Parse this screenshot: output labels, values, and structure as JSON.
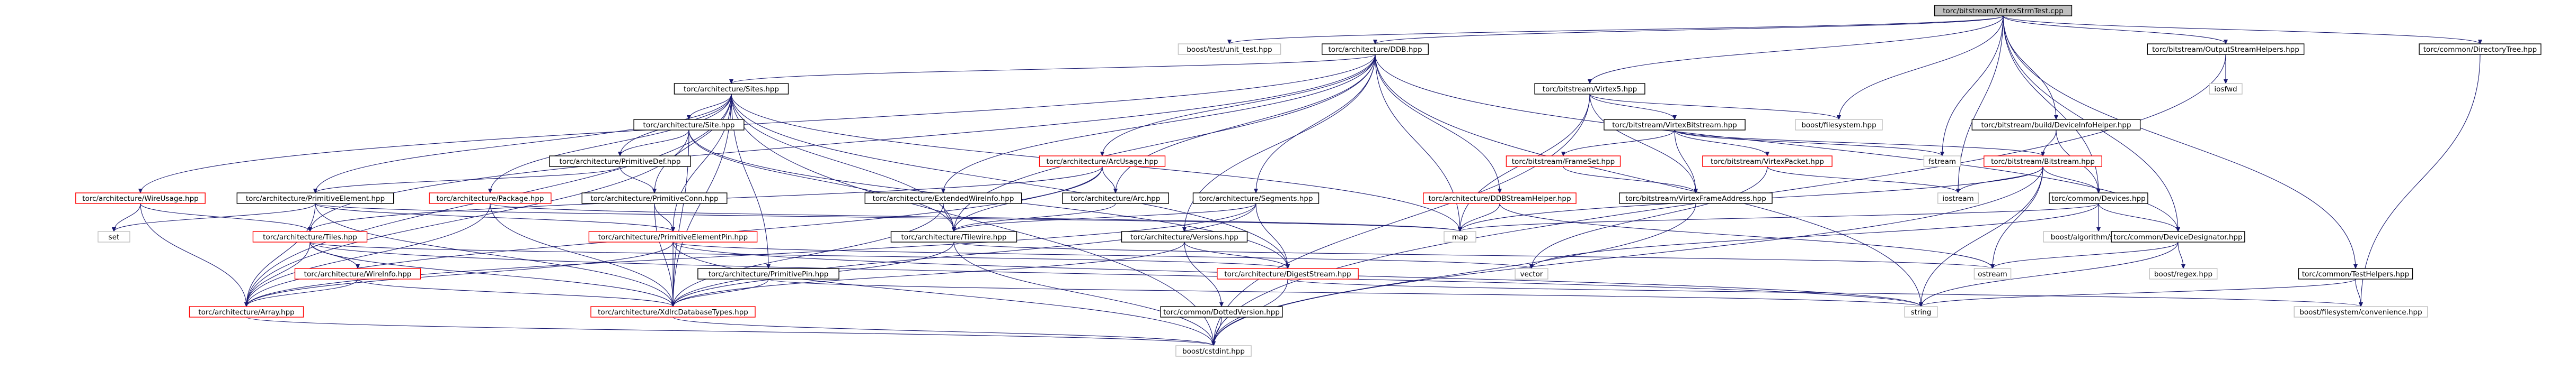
{
  "colors": {
    "edge": "#191970",
    "root_fill": "#bfbfbf",
    "node_border": "#000000",
    "missing_border": "#ff0000",
    "external_border": "#bfbfbf",
    "text": "#000000",
    "background": "#ffffff"
  },
  "nodes": [
    {
      "id": "root",
      "label": "torc/bitstream/VirtexStrmTest.cpp",
      "kind": "root"
    },
    {
      "id": "unit_test",
      "label": "boost/test/unit_test.hpp",
      "kind": "external"
    },
    {
      "id": "ddb",
      "label": "torc/architecture/DDB.hpp",
      "kind": "normal"
    },
    {
      "id": "osh",
      "label": "torc/bitstream/OutputStreamHelpers.hpp",
      "kind": "normal"
    },
    {
      "id": "dirtree",
      "label": "torc/common/DirectoryTree.hpp",
      "kind": "normal"
    },
    {
      "id": "sites",
      "label": "torc/architecture/Sites.hpp",
      "kind": "normal"
    },
    {
      "id": "virtex5",
      "label": "torc/bitstream/Virtex5.hpp",
      "kind": "normal"
    },
    {
      "id": "bfs",
      "label": "boost/filesystem.hpp",
      "kind": "external"
    },
    {
      "id": "devhelper",
      "label": "torc/bitstream/build/DeviceInfoHelper.hpp",
      "kind": "normal"
    },
    {
      "id": "iosfwd",
      "label": "iosfwd",
      "kind": "external"
    },
    {
      "id": "site",
      "label": "torc/architecture/Site.hpp",
      "kind": "normal"
    },
    {
      "id": "vbitstream",
      "label": "torc/bitstream/VirtexBitstream.hpp",
      "kind": "normal"
    },
    {
      "id": "pdef",
      "label": "torc/architecture/PrimitiveDef.hpp",
      "kind": "normal"
    },
    {
      "id": "arcusage",
      "label": "torc/architecture/ArcUsage.hpp",
      "kind": "missing"
    },
    {
      "id": "frameset",
      "label": "torc/bitstream/FrameSet.hpp",
      "kind": "missing"
    },
    {
      "id": "vpacket",
      "label": "torc/bitstream/VirtexPacket.hpp",
      "kind": "missing"
    },
    {
      "id": "fstream",
      "label": "fstream",
      "kind": "external"
    },
    {
      "id": "bitstream",
      "label": "torc/bitstream/Bitstream.hpp",
      "kind": "missing"
    },
    {
      "id": "pelement",
      "label": "torc/architecture/PrimitiveElement.hpp",
      "kind": "normal"
    },
    {
      "id": "wireusage",
      "label": "torc/architecture/WireUsage.hpp",
      "kind": "missing"
    },
    {
      "id": "package",
      "label": "torc/architecture/Package.hpp",
      "kind": "missing"
    },
    {
      "id": "pconn",
      "label": "torc/architecture/PrimitiveConn.hpp",
      "kind": "normal"
    },
    {
      "id": "extwire",
      "label": "torc/architecture/ExtendedWireInfo.hpp",
      "kind": "normal"
    },
    {
      "id": "arc",
      "label": "torc/architecture/Arc.hpp",
      "kind": "normal"
    },
    {
      "id": "segments",
      "label": "torc/architecture/Segments.hpp",
      "kind": "normal"
    },
    {
      "id": "ddbsh",
      "label": "torc/architecture/DDBStreamHelper.hpp",
      "kind": "missing"
    },
    {
      "id": "vfaddr",
      "label": "torc/bitstream/VirtexFrameAddress.hpp",
      "kind": "normal"
    },
    {
      "id": "iostream",
      "label": "iostream",
      "kind": "external"
    },
    {
      "id": "devices",
      "label": "torc/common/Devices.hpp",
      "kind": "normal"
    },
    {
      "id": "set",
      "label": "set",
      "kind": "external"
    },
    {
      "id": "tiles",
      "label": "torc/architecture/Tiles.hpp",
      "kind": "missing"
    },
    {
      "id": "pepin",
      "label": "torc/architecture/PrimitiveElementPin.hpp",
      "kind": "missing"
    },
    {
      "id": "tilewire",
      "label": "torc/architecture/Tilewire.hpp",
      "kind": "normal"
    },
    {
      "id": "versions",
      "label": "torc/architecture/Versions.hpp",
      "kind": "normal"
    },
    {
      "id": "map",
      "label": "map",
      "kind": "external"
    },
    {
      "id": "balgo",
      "label": "boost/algorithm/string.hpp",
      "kind": "external"
    },
    {
      "id": "devdesig",
      "label": "torc/common/DeviceDesignator.hpp",
      "kind": "normal"
    },
    {
      "id": "wireinfo",
      "label": "torc/architecture/WireInfo.hpp",
      "kind": "missing"
    },
    {
      "id": "ppin",
      "label": "torc/architecture/PrimitivePin.hpp",
      "kind": "normal"
    },
    {
      "id": "digest",
      "label": "torc/architecture/DigestStream.hpp",
      "kind": "missing"
    },
    {
      "id": "vector",
      "label": "vector",
      "kind": "external"
    },
    {
      "id": "ostream",
      "label": "ostream",
      "kind": "external"
    },
    {
      "id": "bregex",
      "label": "boost/regex.hpp",
      "kind": "external"
    },
    {
      "id": "testhelpers",
      "label": "torc/common/TestHelpers.hpp",
      "kind": "normal"
    },
    {
      "id": "array",
      "label": "torc/architecture/Array.hpp",
      "kind": "missing"
    },
    {
      "id": "xdltypes",
      "label": "torc/architecture/XdlrcDatabaseTypes.hpp",
      "kind": "missing"
    },
    {
      "id": "dotted",
      "label": "torc/common/DottedVersion.hpp",
      "kind": "normal"
    },
    {
      "id": "string",
      "label": "string",
      "kind": "external"
    },
    {
      "id": "bfsconv",
      "label": "boost/filesystem/convenience.hpp",
      "kind": "external"
    },
    {
      "id": "cstdint",
      "label": "boost/cstdint.hpp",
      "kind": "external"
    }
  ],
  "edges": [
    [
      "root",
      "unit_test"
    ],
    [
      "root",
      "ddb"
    ],
    [
      "root",
      "osh"
    ],
    [
      "root",
      "dirtree"
    ],
    [
      "root",
      "virtex5"
    ],
    [
      "root",
      "bfs"
    ],
    [
      "root",
      "devhelper"
    ],
    [
      "root",
      "fstream"
    ],
    [
      "root",
      "iostream"
    ],
    [
      "root",
      "devices"
    ],
    [
      "root",
      "devdesig"
    ],
    [
      "root",
      "testhelpers"
    ],
    [
      "ddb",
      "sites"
    ],
    [
      "ddb",
      "arcusage"
    ],
    [
      "ddb",
      "wireusage"
    ],
    [
      "ddb",
      "extwire"
    ],
    [
      "ddb",
      "arc"
    ],
    [
      "ddb",
      "segments"
    ],
    [
      "ddb",
      "ddbsh"
    ],
    [
      "ddb",
      "tiles"
    ],
    [
      "ddb",
      "versions"
    ],
    [
      "ddb",
      "map"
    ],
    [
      "ddb",
      "devdesig"
    ],
    [
      "ddb",
      "string"
    ],
    [
      "ddb",
      "tilewire"
    ],
    [
      "osh",
      "iosfwd"
    ],
    [
      "osh",
      "cstdint"
    ],
    [
      "dirtree",
      "bfsconv"
    ],
    [
      "sites",
      "site"
    ],
    [
      "sites",
      "pdef"
    ],
    [
      "sites",
      "pelement"
    ],
    [
      "sites",
      "package"
    ],
    [
      "sites",
      "pconn"
    ],
    [
      "sites",
      "pepin"
    ],
    [
      "sites",
      "ppin"
    ],
    [
      "sites",
      "array"
    ],
    [
      "sites",
      "xdltypes"
    ],
    [
      "sites",
      "tilewire"
    ],
    [
      "sites",
      "map"
    ],
    [
      "sites",
      "digest"
    ],
    [
      "sites",
      "cstdint"
    ],
    [
      "site",
      "pdef"
    ],
    [
      "site",
      "xdltypes"
    ],
    [
      "site",
      "array"
    ],
    [
      "site",
      "tilewire"
    ],
    [
      "site",
      "digest"
    ],
    [
      "pdef",
      "pelement"
    ],
    [
      "pdef",
      "pconn"
    ],
    [
      "pelement",
      "set"
    ],
    [
      "pelement",
      "array"
    ],
    [
      "pelement",
      "xdltypes"
    ],
    [
      "pelement",
      "map"
    ],
    [
      "pelement",
      "pepin"
    ],
    [
      "pconn",
      "pepin"
    ],
    [
      "pconn",
      "xdltypes"
    ],
    [
      "pepin",
      "xdltypes"
    ],
    [
      "pepin",
      "array"
    ],
    [
      "pepin",
      "string"
    ],
    [
      "pepin",
      "vector"
    ],
    [
      "pepin",
      "cstdint"
    ],
    [
      "ppin",
      "xdltypes"
    ],
    [
      "ppin",
      "string"
    ],
    [
      "package",
      "array"
    ],
    [
      "package",
      "xdltypes"
    ],
    [
      "package",
      "map"
    ],
    [
      "wireusage",
      "set"
    ],
    [
      "wireusage",
      "array"
    ],
    [
      "wireusage",
      "tiles"
    ],
    [
      "arcusage",
      "arc"
    ],
    [
      "arcusage",
      "tilewire"
    ],
    [
      "arcusage",
      "array"
    ],
    [
      "arcusage",
      "tiles"
    ],
    [
      "extwire",
      "tilewire"
    ],
    [
      "extwire",
      "xdltypes"
    ],
    [
      "arc",
      "tilewire"
    ],
    [
      "segments",
      "tilewire"
    ],
    [
      "segments",
      "digest"
    ],
    [
      "segments",
      "xdltypes"
    ],
    [
      "segments",
      "array"
    ],
    [
      "ddbsh",
      "map"
    ],
    [
      "ddbsh",
      "ostream"
    ],
    [
      "tiles",
      "wireinfo"
    ],
    [
      "tiles",
      "array"
    ],
    [
      "tiles",
      "xdltypes"
    ],
    [
      "tiles",
      "digest"
    ],
    [
      "tiles",
      "string"
    ],
    [
      "wireinfo",
      "array"
    ],
    [
      "wireinfo",
      "xdltypes"
    ],
    [
      "tilewire",
      "xdltypes"
    ],
    [
      "tilewire",
      "cstdint"
    ],
    [
      "tilewire",
      "ostream"
    ],
    [
      "versions",
      "dotted"
    ],
    [
      "versions",
      "xdltypes"
    ],
    [
      "versions",
      "digest"
    ],
    [
      "dotted",
      "cstdint"
    ],
    [
      "digest",
      "cstdint"
    ],
    [
      "digest",
      "bfsconv"
    ],
    [
      "array",
      "cstdint"
    ],
    [
      "xdltypes",
      "cstdint"
    ],
    [
      "virtex5",
      "vbitstream"
    ],
    [
      "virtex5",
      "bfs"
    ],
    [
      "virtex5",
      "map"
    ],
    [
      "virtex5",
      "vfaddr"
    ],
    [
      "virtex5",
      "cstdint"
    ],
    [
      "vbitstream",
      "frameset"
    ],
    [
      "vbitstream",
      "vpacket"
    ],
    [
      "vbitstream",
      "bitstream"
    ],
    [
      "vbitstream",
      "fstream"
    ],
    [
      "vbitstream",
      "vfaddr"
    ],
    [
      "frameset",
      "vfaddr"
    ],
    [
      "vpacket",
      "iostream"
    ],
    [
      "vpacket",
      "vector"
    ],
    [
      "vfaddr",
      "cstdint"
    ],
    [
      "devhelper",
      "bitstream"
    ],
    [
      "devhelper",
      "devices"
    ],
    [
      "bitstream",
      "devices"
    ],
    [
      "bitstream",
      "iostream"
    ],
    [
      "bitstream",
      "ostream"
    ],
    [
      "bitstream",
      "map"
    ],
    [
      "bitstream",
      "string"
    ],
    [
      "bitstream",
      "cstdint"
    ],
    [
      "devices",
      "devdesig"
    ],
    [
      "devices",
      "balgo"
    ],
    [
      "devices",
      "vector"
    ],
    [
      "devices",
      "map"
    ],
    [
      "devdesig",
      "bregex"
    ],
    [
      "devdesig",
      "string"
    ],
    [
      "devdesig",
      "ostream"
    ],
    [
      "testhelpers",
      "string"
    ],
    [
      "testhelpers",
      "bfsconv"
    ]
  ]
}
